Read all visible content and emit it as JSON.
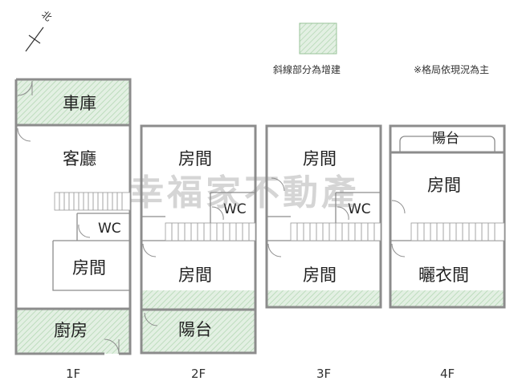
{
  "compass": {
    "label": "北"
  },
  "legend": {
    "text": "斜線部分為增建",
    "swatch_color": "#d6ead6",
    "stripe_color": "#8fc28f"
  },
  "note": "※格局依現況為主",
  "watermark": "幸福家不動產",
  "colors": {
    "wall": "#8c8c8c",
    "addition_fill": "#e1efe1"
  },
  "floors": {
    "f1": {
      "label": "1F",
      "garage": "車庫",
      "living": "客廳",
      "wc": "WC",
      "room": "房間",
      "kitchen": "廚房"
    },
    "f2": {
      "label": "2F",
      "room_top": "房間",
      "wc": "WC",
      "room_bottom": "房間",
      "balcony": "陽台"
    },
    "f3": {
      "label": "3F",
      "room_top": "房間",
      "wc": "WC",
      "room_bottom": "房間"
    },
    "f4": {
      "label": "4F",
      "balcony": "陽台",
      "room": "房間",
      "laundry": "曬衣間"
    }
  }
}
